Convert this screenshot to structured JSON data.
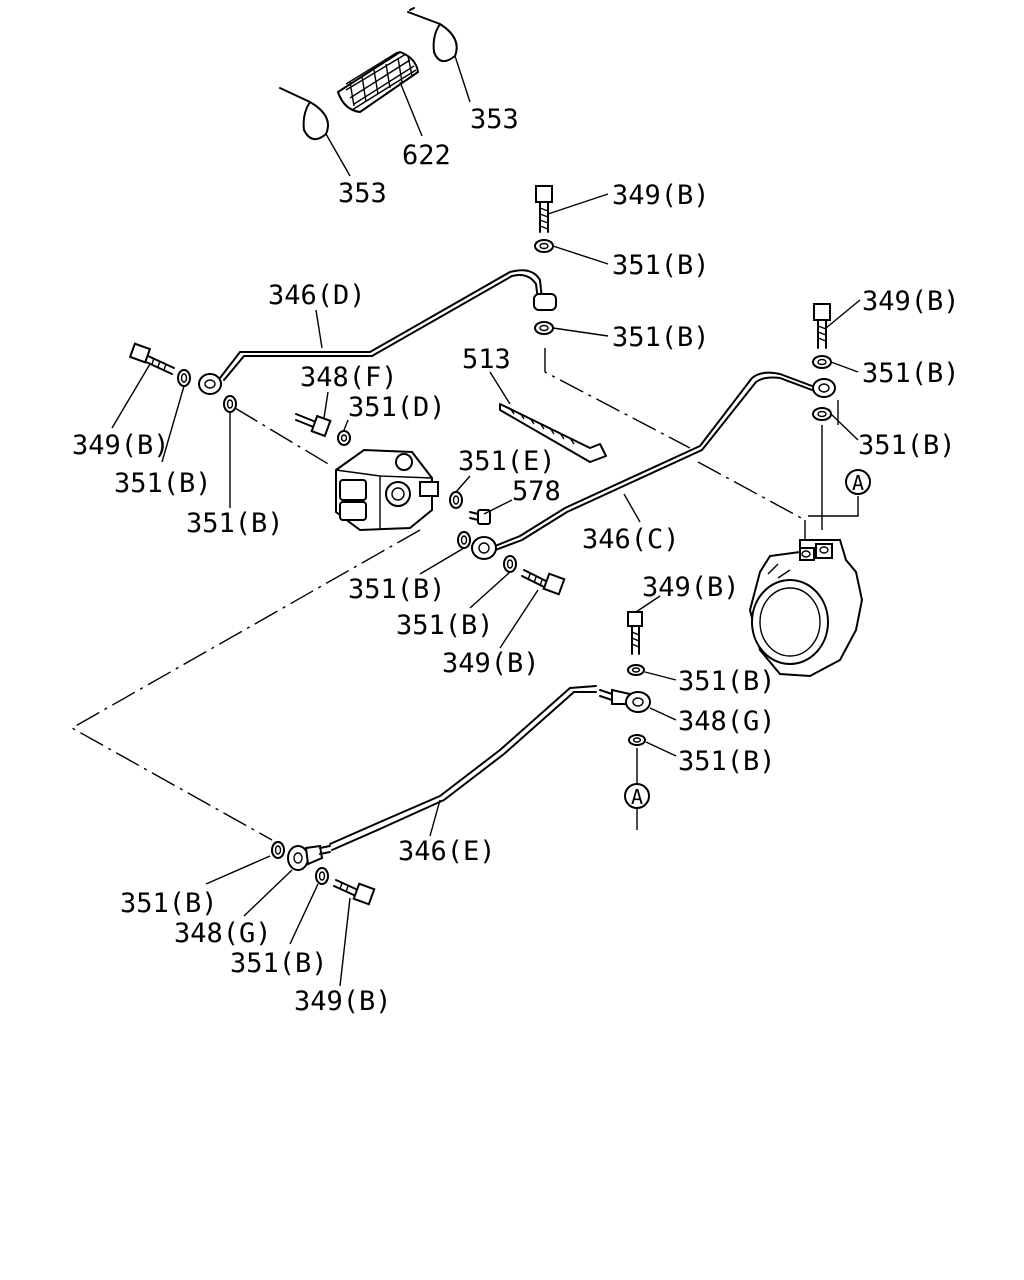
{
  "labels": {
    "l353_a": "353",
    "l353_b": "353",
    "l622": "622",
    "l349_top": "349(B)",
    "l351_top1": "351(B)",
    "l351_top2": "351(B)",
    "l346D": "346(D)",
    "l349_right": "349(B)",
    "l351_right1": "351(B)",
    "l351_right2": "351(B)",
    "l513": "513",
    "l348F": "348(F)",
    "l351D": "351(D)",
    "l349_left": "349(B)",
    "l351_left1": "351(B)",
    "l351_left2": "351(B)",
    "l351E": "351(E)",
    "l578": "578",
    "l346C": "346(C)",
    "l351_mid1": "351(B)",
    "l351_mid2": "351(B)",
    "l349_mid": "349(B)",
    "l349_rmid": "349(B)",
    "l351_rmid1": "351(B)",
    "l348G_r": "348(G)",
    "l351_rmid2": "351(B)",
    "l346E": "346(E)",
    "l351_bot1": "351(B)",
    "l348G_b": "348(G)",
    "l351_bot2": "351(B)",
    "l349_bot": "349(B)",
    "refA_1": "A",
    "refA_2": "A"
  }
}
